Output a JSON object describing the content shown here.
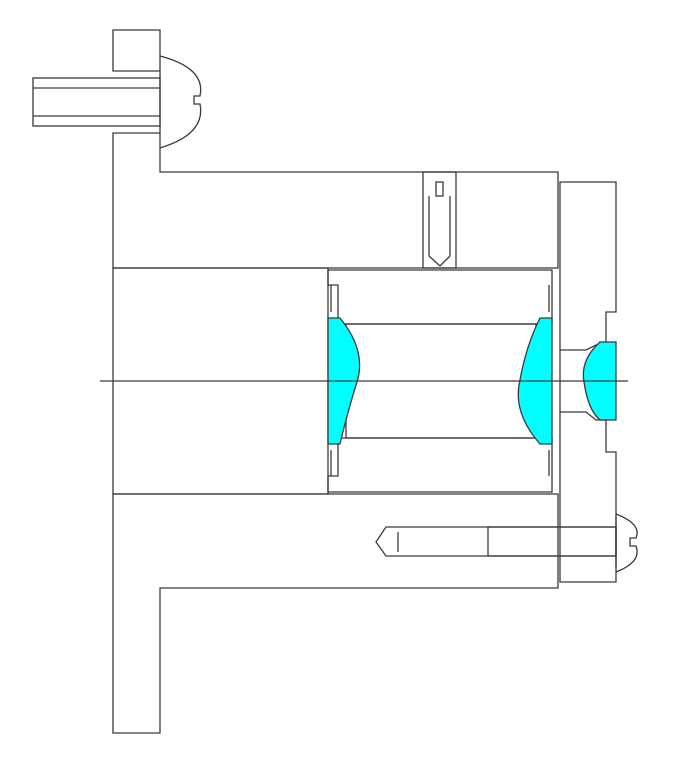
{
  "drawing": {
    "view": "section",
    "colors": {
      "background": "#ffffff",
      "line": "#3a3a3a",
      "hatch": "#3a3a3a",
      "lens_fill": "#00ffff"
    },
    "lenses": [
      "left-lens",
      "right-lens",
      "end-cap-lens"
    ],
    "fasteners": [
      "top-mounting-screw",
      "bottom-end-cap-screw",
      "set-screw"
    ]
  }
}
